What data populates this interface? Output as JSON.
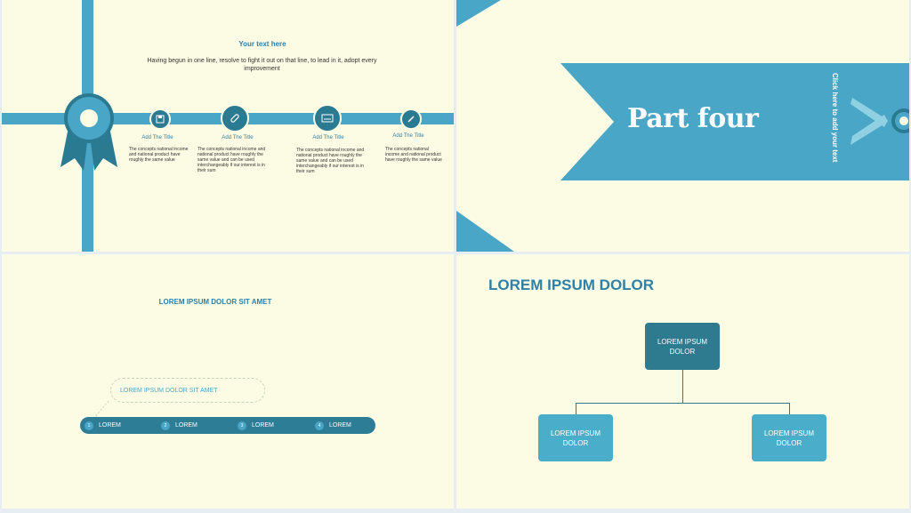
{
  "slide1": {
    "title": "Your text here",
    "subtitle": "Having begun in one line, resolve to fight it out on that line, to lead in it, adopt every improvement",
    "steps": [
      {
        "title": "Add The Title",
        "desc": "The concepts national income and national product have roughly the same value",
        "icon": "save-icon"
      },
      {
        "title": "Add The Title",
        "desc": "The concepts national income and national product have roughly the same value and can be used interchangeably if our interest is in their sum",
        "icon": "bandage-icon"
      },
      {
        "title": "Add The Title",
        "desc": "The concepts national income and national product have roughly the same value and can be used interchangeably if our interest is in their sum",
        "icon": "keyboard-icon"
      },
      {
        "title": "Add The Title",
        "desc": "The concepts national income and national product have roughly the same value",
        "icon": "pencil-icon"
      }
    ]
  },
  "slide2": {
    "part": "Part four",
    "vertical_text": "Click here to add your text"
  },
  "slide3": {
    "title": "LOREM IPSUM DOLOR SIT AMET",
    "callout": "LOREM IPSUM DOLOR SIT AMET",
    "items": [
      {
        "num": "1",
        "label": "LOREM"
      },
      {
        "num": "2",
        "label": "LOREM"
      },
      {
        "num": "3",
        "label": "LOREM"
      },
      {
        "num": "4",
        "label": "LOREM"
      }
    ]
  },
  "slide4": {
    "title": "LOREM IPSUM DOLOR",
    "top": "LOREM IPSUM DOLOR",
    "left": "LOREM IPSUM DOLOR",
    "right": "LOREM IPSUM DOLOR"
  },
  "colors": {
    "background": "#fcfce4",
    "ribbon": "#4aa6c6",
    "dark": "#2a7a92",
    "title": "#2f7fa6"
  }
}
